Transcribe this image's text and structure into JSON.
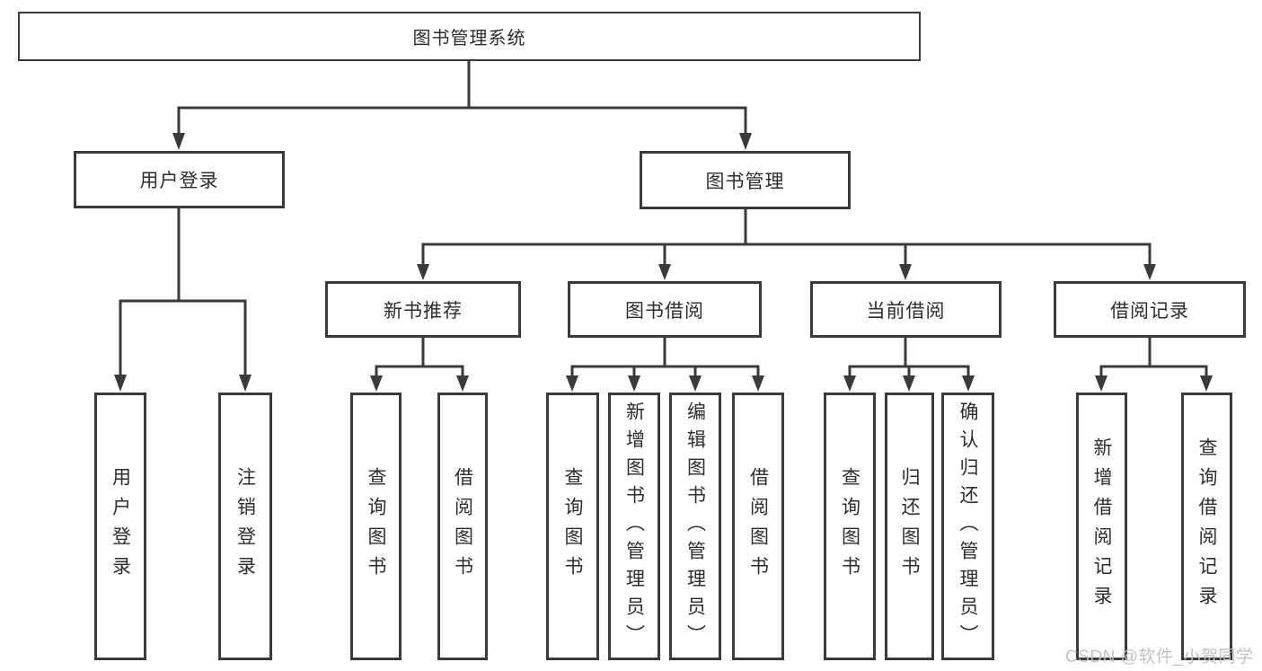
{
  "diagram": {
    "type": "hierarchy-tree",
    "tree": {
      "label": "图书管理系统",
      "children": [
        {
          "label": "用户登录",
          "children": [
            {
              "label": "用户登录"
            },
            {
              "label": "注销登录"
            }
          ]
        },
        {
          "label": "图书管理",
          "children": [
            {
              "label": "新书推荐",
              "children": [
                {
                  "label": "查询图书"
                },
                {
                  "label": "借阅图书"
                }
              ]
            },
            {
              "label": "图书借阅",
              "children": [
                {
                  "label": "查询图书"
                },
                {
                  "label": "新增图书（管理员）"
                },
                {
                  "label": "编辑图书（管理员）"
                },
                {
                  "label": "借阅图书"
                }
              ]
            },
            {
              "label": "当前借阅",
              "children": [
                {
                  "label": "查询图书"
                },
                {
                  "label": "归还图书"
                },
                {
                  "label": "确认归还（管理员）"
                }
              ]
            },
            {
              "label": "借阅记录",
              "children": [
                {
                  "label": "新增借阅记录"
                },
                {
                  "label": "查询借阅记录"
                }
              ]
            }
          ]
        }
      ]
    },
    "colors": {
      "line": "#3a3a3a",
      "box_border": "#3a3a3a",
      "text": "#2d2d2d",
      "watermark": "#c0bfbf",
      "background": "#ffffff"
    }
  },
  "watermark": "CSDN @软件_小贺同学"
}
